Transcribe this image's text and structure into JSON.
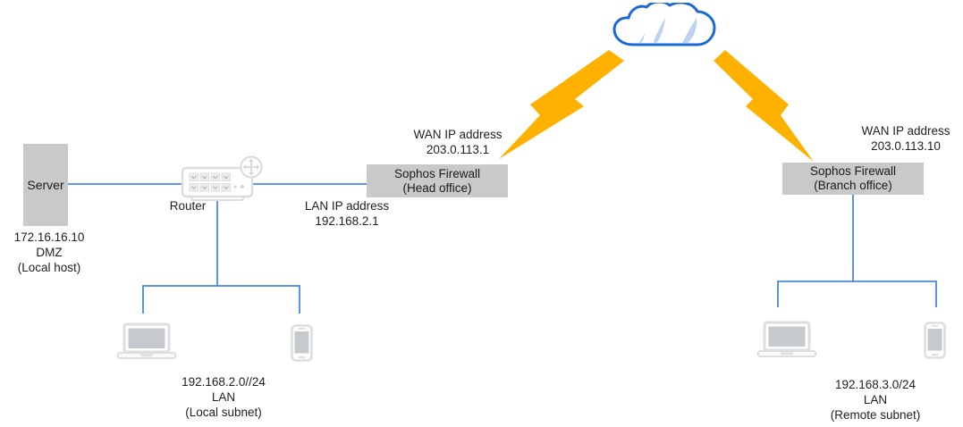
{
  "title": "Sophos Firewall site-to-site VPN network diagram",
  "colors": {
    "link_blue": "#4a86e8",
    "node_gray": "#c9c9c9",
    "bolt_orange": "#ffb100",
    "cloud_stroke": "#1b6ad6",
    "cloud_shade": "#bed3f0",
    "device_outline": "#dcdee0",
    "device_screen": "#c6c9cd",
    "text": "#202124"
  },
  "nodes": {
    "server": {
      "label": "Server",
      "ip": "172.16.16.10",
      "zone": "DMZ",
      "note": "(Local host)"
    },
    "router": {
      "label": "Router"
    },
    "firewall_head": {
      "name": "Sophos Firewall",
      "site": "(Head office)",
      "wan_label": "WAN IP address",
      "wan_ip": "203.0.113.1",
      "lan_label": "LAN IP address",
      "lan_ip": "192.168.2.1"
    },
    "firewall_branch": {
      "name": "Sophos Firewall",
      "site": "(Branch office)",
      "wan_label": "WAN IP address",
      "wan_ip": "203.0.113.10"
    },
    "local_subnet": {
      "cidr": "192.168.2.0//24",
      "zone": "LAN",
      "note": "(Local subnet)"
    },
    "remote_subnet": {
      "cidr": "192.168.3.0/24",
      "zone": "LAN",
      "note": "(Remote subnet)"
    }
  },
  "icons": [
    "cloud-icon",
    "lightning-bolt-left-icon",
    "lightning-bolt-right-icon",
    "router-icon",
    "laptop-icon",
    "smartphone-icon"
  ]
}
